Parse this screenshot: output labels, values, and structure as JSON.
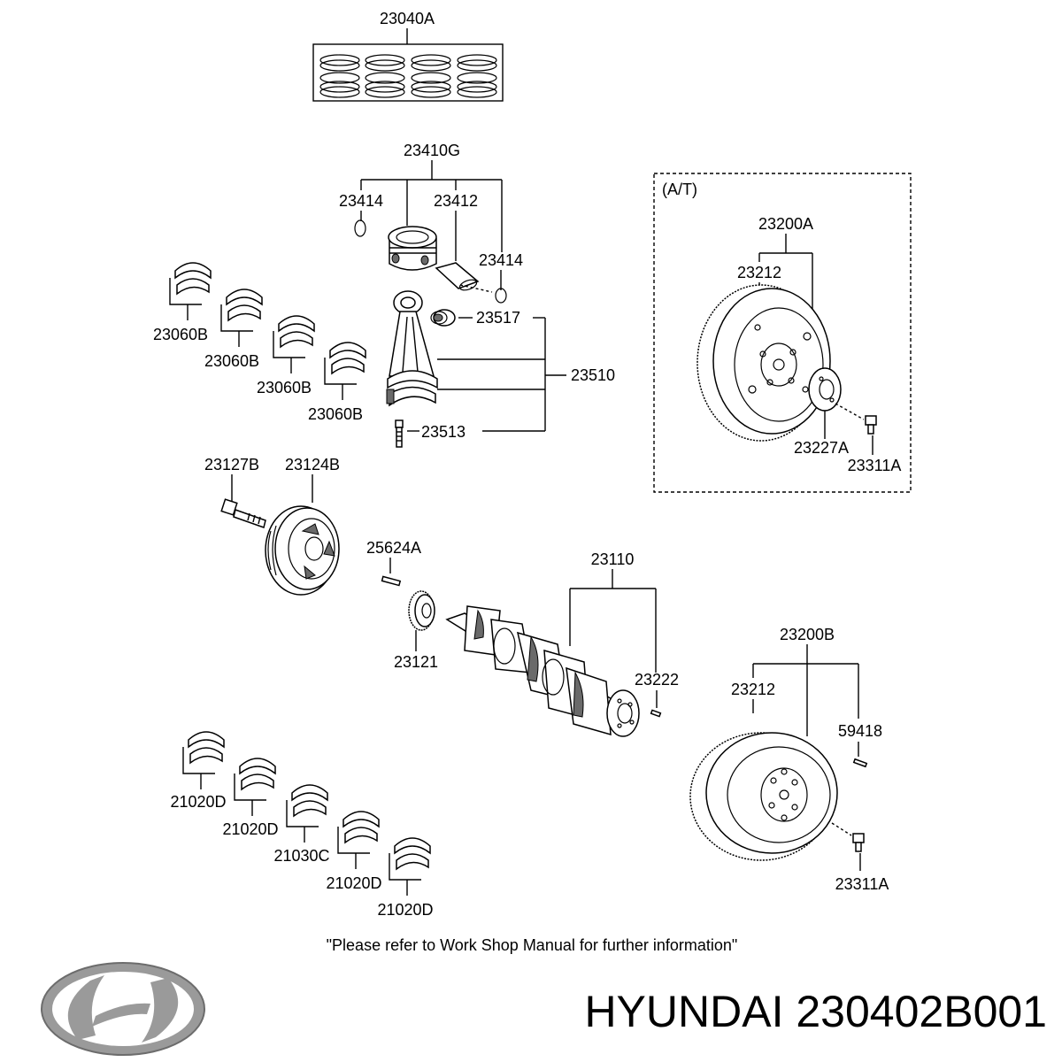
{
  "labels": {
    "ring_set": "23040A",
    "piston_assy": "23410G",
    "snap_ring_left": "23414",
    "piston_pin": "23412",
    "snap_ring_right": "23414",
    "bushing": "23517",
    "conrod_assy": "23510",
    "conrod_bolt": "23513",
    "bearing_1": "23060B",
    "bearing_2": "23060B",
    "bearing_3": "23060B",
    "bearing_4": "23060B",
    "at_box": "(A/T)",
    "drive_plate_assy": "23200A",
    "ring_gear_at": "23212",
    "adapter_plate": "23227A",
    "bolt_at": "23311A",
    "pulley_bolt": "23127B",
    "damper_pulley": "23124B",
    "key": "25624A",
    "crank_sprocket": "23121",
    "crankshaft": "23110",
    "pin": "23222",
    "flywheel_assy": "23200B",
    "ring_gear_mt": "23212",
    "dowel": "59418",
    "bolt_mt": "23311A",
    "main_bearing_1": "21020D",
    "main_bearing_2": "21020D",
    "main_bearing_3": "21030C",
    "main_bearing_4": "21020D",
    "main_bearing_5": "21020D"
  },
  "note": "\"Please refer to Work Shop Manual for further information\"",
  "brand_text": "HYUNDAI 230402B001"
}
